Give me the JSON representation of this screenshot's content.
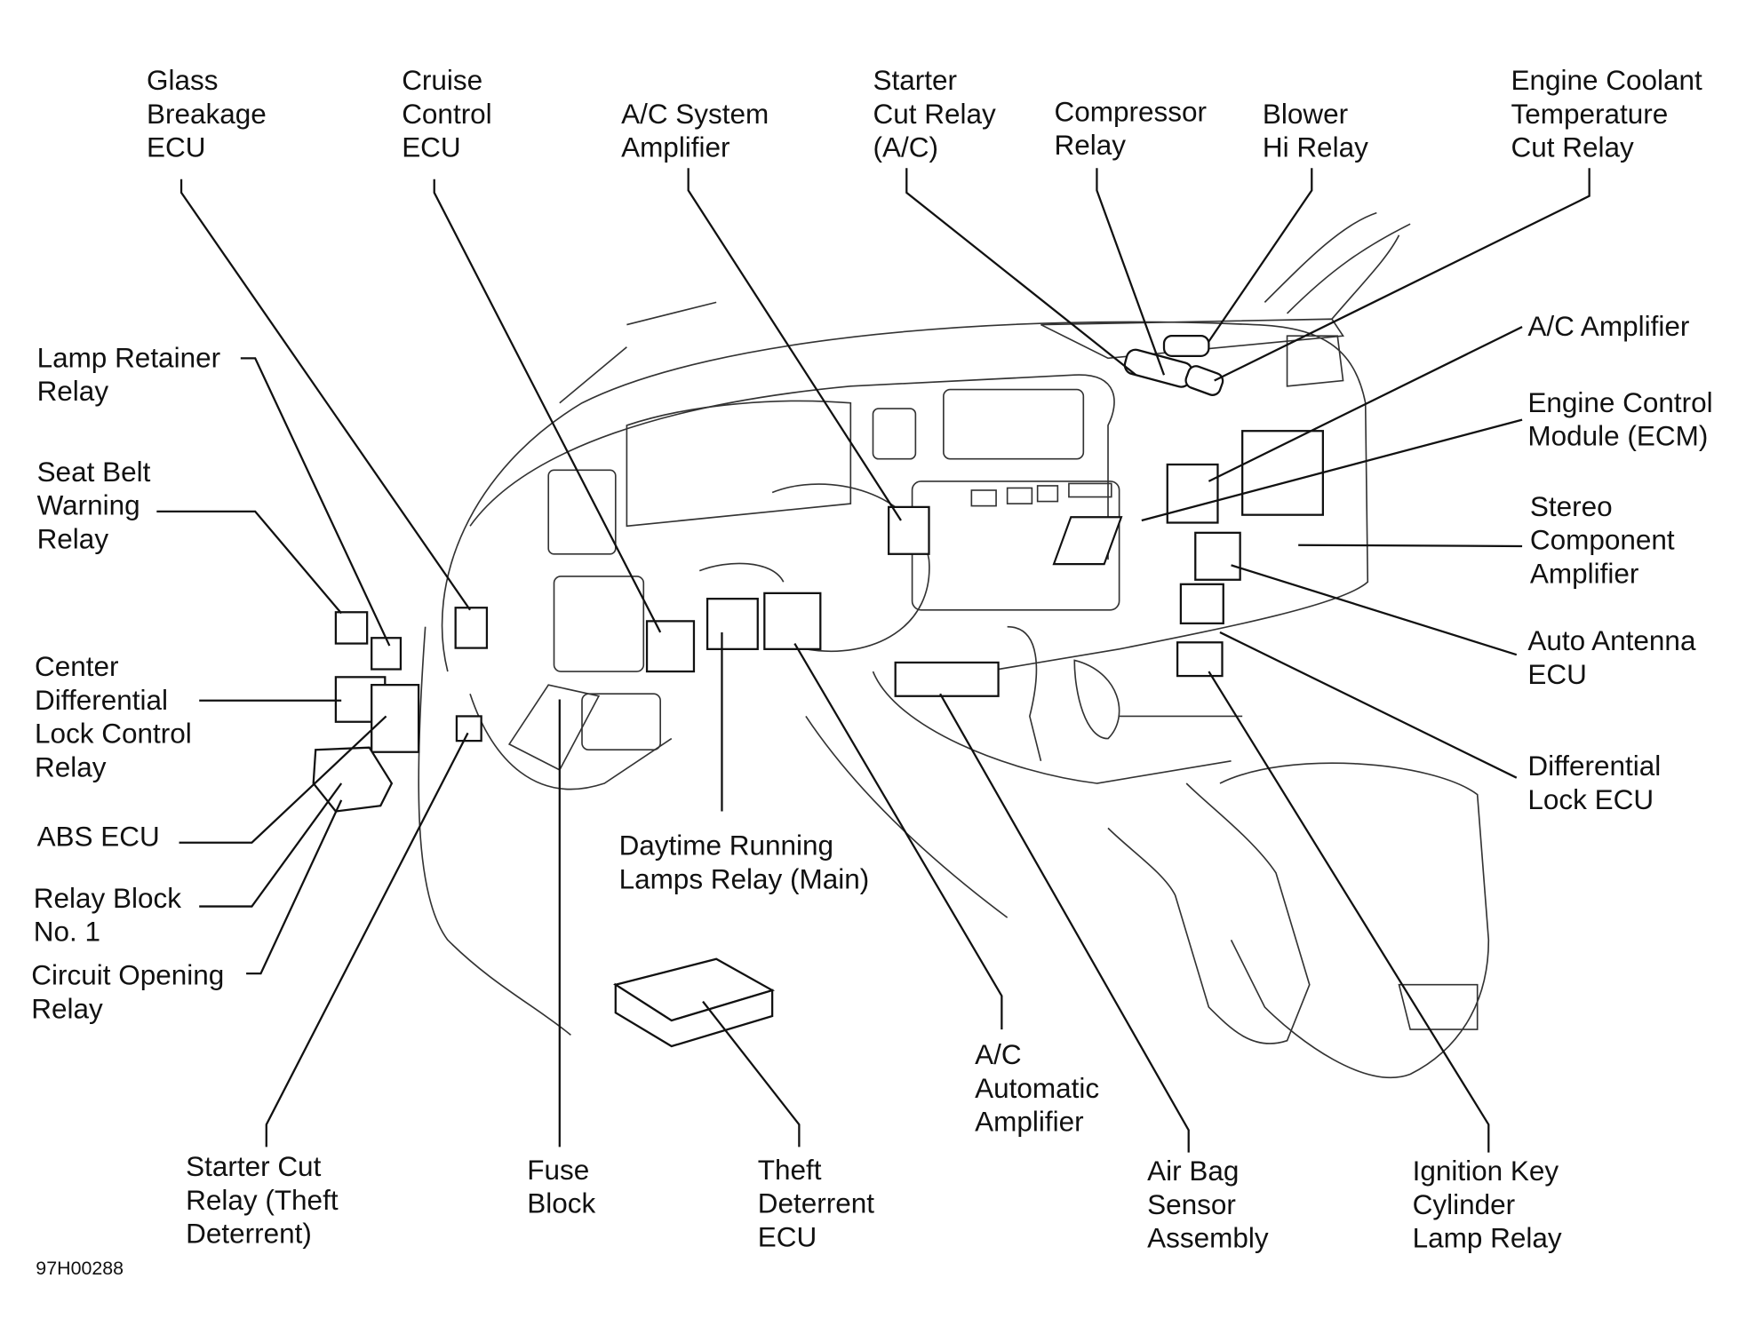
{
  "diagram_code": "97H00288",
  "labels": {
    "glass_breakage_ecu": [
      "Glass",
      "Breakage",
      "ECU"
    ],
    "cruise_control_ecu": [
      "Cruise",
      "Control",
      "ECU"
    ],
    "ac_system_amplifier": [
      "A/C System",
      "Amplifier"
    ],
    "starter_cut_relay_ac": [
      "Starter",
      "Cut Relay",
      "(A/C)"
    ],
    "compressor_relay": [
      "Compressor",
      "Relay"
    ],
    "blower_hi_relay": [
      "Blower",
      "Hi Relay"
    ],
    "engine_coolant_temp_cut_relay": [
      "Engine Coolant",
      "Temperature",
      "Cut Relay"
    ],
    "ac_amplifier": [
      "A/C Amplifier"
    ],
    "ecm": [
      "Engine Control",
      "Module (ECM)"
    ],
    "stereo_component_amplifier": [
      "Stereo",
      "Component",
      "Amplifier"
    ],
    "auto_antenna_ecu": [
      "Auto Antenna",
      "ECU"
    ],
    "differential_lock_ecu": [
      "Differential",
      "Lock ECU"
    ],
    "lamp_retainer_relay": [
      "Lamp Retainer",
      "Relay"
    ],
    "seat_belt_warning_relay": [
      "Seat Belt",
      "Warning",
      "Relay"
    ],
    "center_diff_lock_control_relay": [
      "Center",
      "Differential",
      "Lock Control",
      "Relay"
    ],
    "abs_ecu": [
      "ABS ECU"
    ],
    "relay_block_no1": [
      "Relay Block",
      "No. 1"
    ],
    "circuit_opening_relay": [
      "Circuit Opening",
      "Relay"
    ],
    "starter_cut_relay_theft": [
      "Starter Cut",
      "Relay (Theft",
      "Deterrent)"
    ],
    "fuse_block": [
      "Fuse",
      "Block"
    ],
    "theft_deterrent_ecu": [
      "Theft",
      "Deterrent",
      "ECU"
    ],
    "drl_relay_main": [
      "Daytime Running",
      "Lamps Relay (Main)"
    ],
    "ac_automatic_amplifier": [
      "A/C",
      "Automatic",
      "Amplifier"
    ],
    "air_bag_sensor_assembly": [
      "Air Bag",
      "Sensor",
      "Assembly"
    ],
    "ignition_key_cylinder_lamp_relay": [
      "Ignition Key",
      "Cylinder",
      "Lamp Relay"
    ]
  }
}
